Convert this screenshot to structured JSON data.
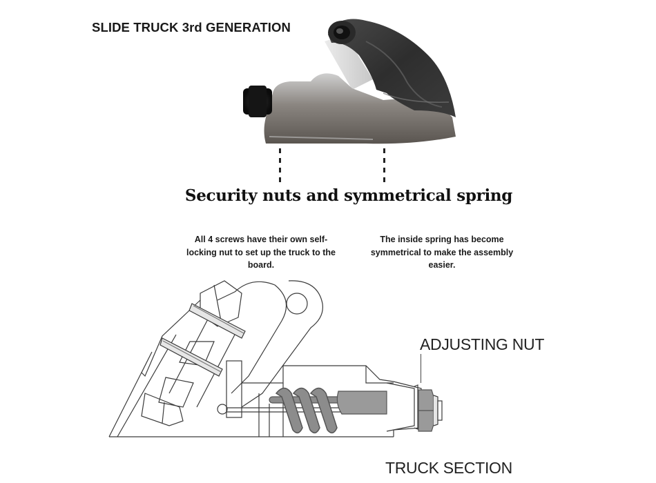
{
  "header": {
    "title": "SLIDE TRUCK 3rd GENERATION"
  },
  "photo": {
    "icon": "truck-photo",
    "description": "Photograph of slide truck with hanger and baseplate"
  },
  "section": {
    "subtitle": "Security nuts and symmetrical spring",
    "notes": [
      {
        "text": "All 4 screws have their own self-locking nut to set up the truck to the board."
      },
      {
        "text": "The inside spring has become symmetrical to make the assembly easier."
      }
    ]
  },
  "diagram": {
    "callouts": [
      {
        "label": "ADJUSTING NUT"
      }
    ],
    "caption": "TRUCK SECTION"
  },
  "colors": {
    "background": "#ffffff",
    "text": "#1a1a1a",
    "line": "#3a3a3a",
    "spring": "#8c8c8c",
    "nut": "#9a9a9a"
  }
}
